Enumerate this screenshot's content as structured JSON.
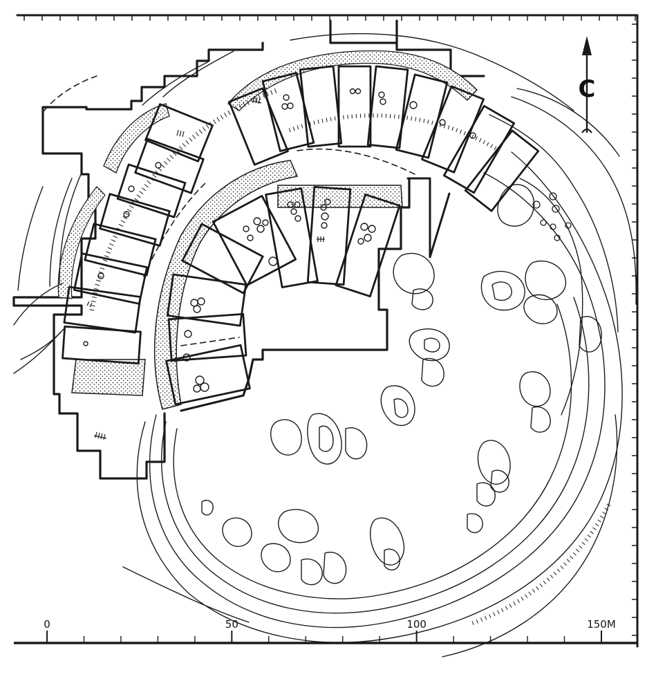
{
  "north_arrow": {
    "symbol": "С"
  },
  "scale_bar": {
    "min": 0,
    "max": 150,
    "unit": "M",
    "labels": [
      {
        "value": 0,
        "text": "0"
      },
      {
        "value": 50,
        "text": "50"
      },
      {
        "value": 100,
        "text": "100"
      },
      {
        "value": 150,
        "text": "150M"
      }
    ],
    "minor_tick_step": 10
  },
  "colors": {
    "ink": "#1a1a1a",
    "paper": "#ffffff"
  }
}
